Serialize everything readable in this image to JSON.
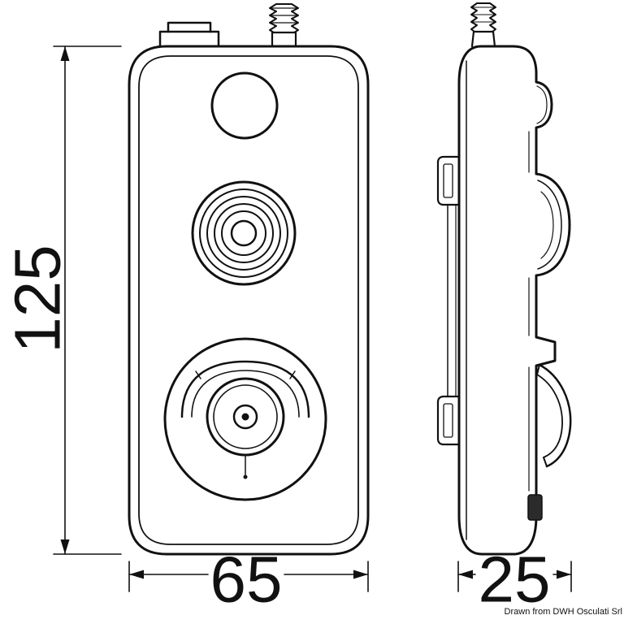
{
  "page": {
    "background_color": "#ffffff",
    "line_color": "#111111"
  },
  "drawing": {
    "credit": "Drawn from DWH Osculati Srl",
    "dimensions": {
      "height": "125",
      "width": "65",
      "depth": "25"
    }
  }
}
